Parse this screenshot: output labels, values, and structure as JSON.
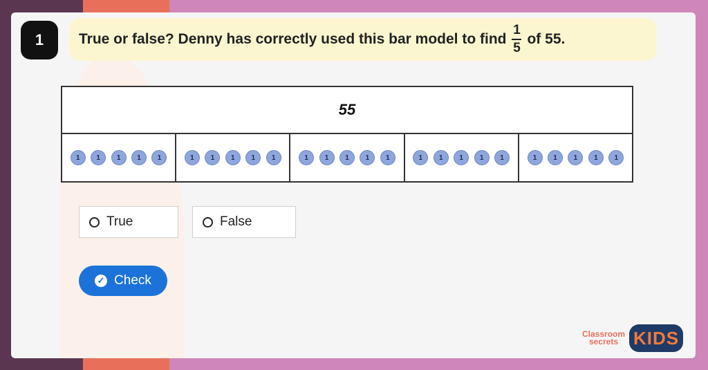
{
  "question": {
    "number": "1",
    "text_before": "True or false? Denny has correctly used this bar model to find",
    "fraction": {
      "numerator": "1",
      "denominator": "5"
    },
    "text_after": "of 55."
  },
  "bar_model": {
    "total": "55",
    "groups": [
      [
        "1",
        "1",
        "1",
        "1",
        "1"
      ],
      [
        "1",
        "1",
        "1",
        "1",
        "1"
      ],
      [
        "1",
        "1",
        "1",
        "1",
        "1"
      ],
      [
        "1",
        "1",
        "1",
        "1",
        "1"
      ],
      [
        "1",
        "1",
        "1",
        "1",
        "1"
      ]
    ]
  },
  "options": [
    {
      "label": "True"
    },
    {
      "label": "False"
    }
  ],
  "check_button": {
    "label": "Check",
    "icon": "check-circle-icon"
  },
  "logo": {
    "line1": "Classroom",
    "line2": "secrets",
    "kids": "KIDS"
  },
  "colors": {
    "accent": "#1b73d9",
    "counter": "#8fa6dc",
    "question_bg": "#fbf6cf"
  }
}
